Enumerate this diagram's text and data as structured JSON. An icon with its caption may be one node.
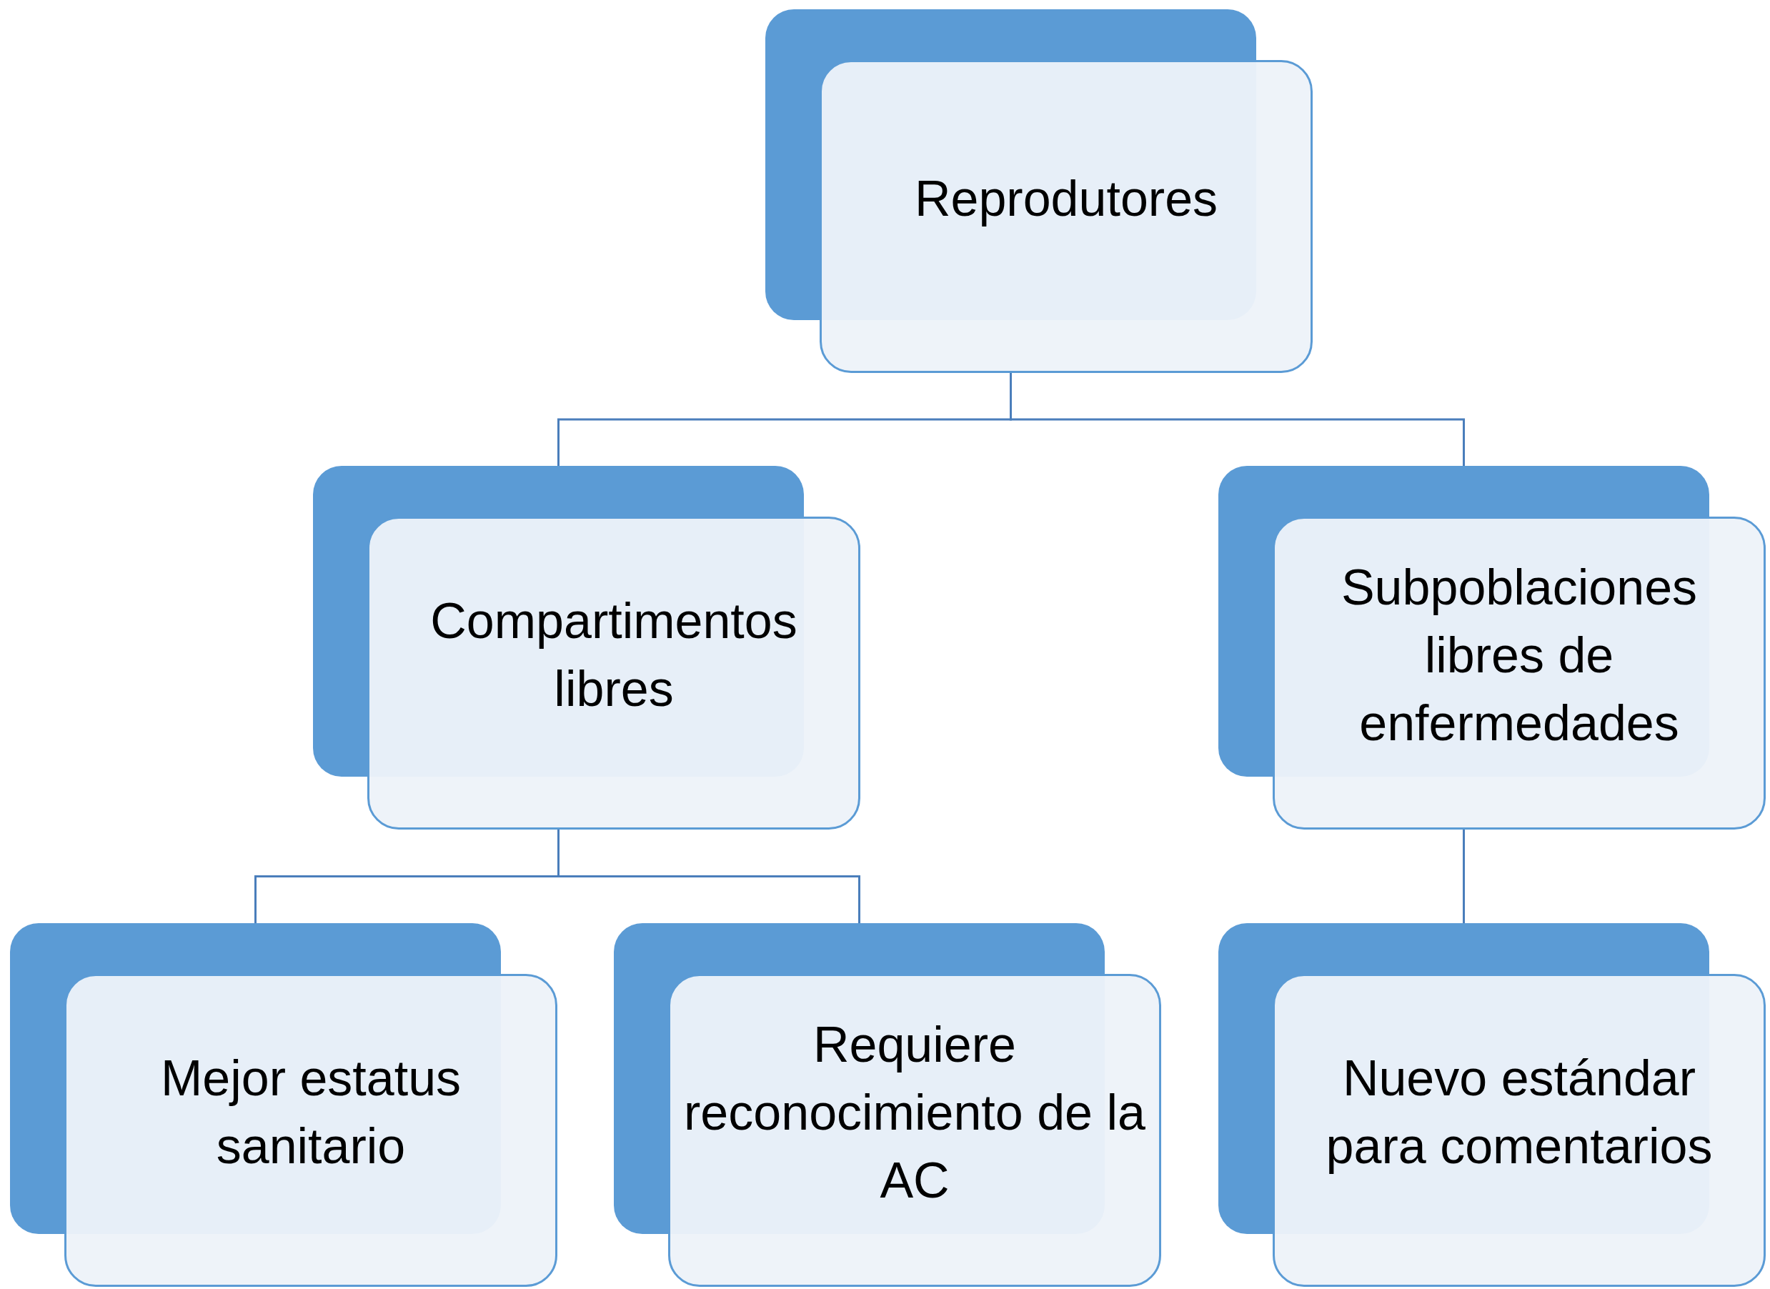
{
  "diagram": {
    "nodes": [
      {
        "text": [
          "Reprodutores"
        ]
      },
      {
        "text": [
          "Compartimentos libres"
        ]
      },
      {
        "text": [
          "Subpoblaciones libres de enfermedades"
        ]
      },
      {
        "text": [
          "Mejor estatus sanitario"
        ]
      },
      {
        "text": [
          "Requiere reconocimiento de la AC"
        ]
      },
      {
        "text": [
          "Nuevo estándar para comentarios"
        ]
      }
    ],
    "edges": [
      {
        "from": 0,
        "to": 1,
        "arrow": "none"
      },
      {
        "from": 0,
        "to": 2,
        "arrow": "none"
      },
      {
        "from": 1,
        "to": 3,
        "arrow": "none"
      },
      {
        "from": 1,
        "to": 4,
        "arrow": "none"
      },
      {
        "from": 2,
        "to": 5,
        "arrow": "none"
      }
    ]
  }
}
